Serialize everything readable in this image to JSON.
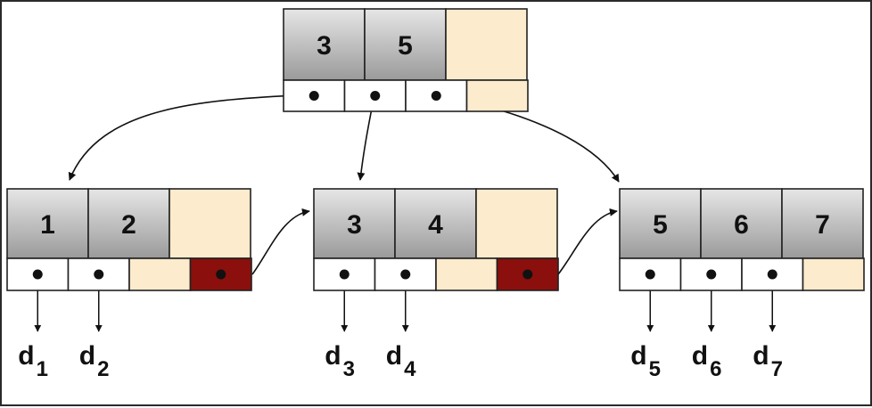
{
  "diagram": {
    "colors": {
      "key_cell_top": "#e6e6e6",
      "key_cell_bottom": "#9a9a9a",
      "empty_cell": "#fcebcd",
      "pointer_cell": "#ffffff",
      "next_leaf_pointer": "#8b0f0c",
      "border": "#222222",
      "edge": "#111111"
    },
    "nodes": [
      {
        "id": "root",
        "keys": [
          "3",
          "5",
          ""
        ],
        "pointers": [
          "ptr",
          "ptr",
          "ptr",
          "empty"
        ]
      },
      {
        "id": "leaf-1",
        "keys": [
          "1",
          "2",
          ""
        ],
        "pointers": [
          "ptr",
          "ptr",
          "empty",
          "next"
        ]
      },
      {
        "id": "leaf-2",
        "keys": [
          "3",
          "4",
          ""
        ],
        "pointers": [
          "ptr",
          "ptr",
          "empty",
          "next"
        ]
      },
      {
        "id": "leaf-3",
        "keys": [
          "5",
          "6",
          "7"
        ],
        "pointers": [
          "ptr",
          "ptr",
          "ptr",
          "empty"
        ]
      }
    ],
    "data_labels": [
      {
        "base": "d",
        "sub": "1"
      },
      {
        "base": "d",
        "sub": "2"
      },
      {
        "base": "d",
        "sub": "3"
      },
      {
        "base": "d",
        "sub": "4"
      },
      {
        "base": "d",
        "sub": "5"
      },
      {
        "base": "d",
        "sub": "6"
      },
      {
        "base": "d",
        "sub": "7"
      }
    ]
  }
}
